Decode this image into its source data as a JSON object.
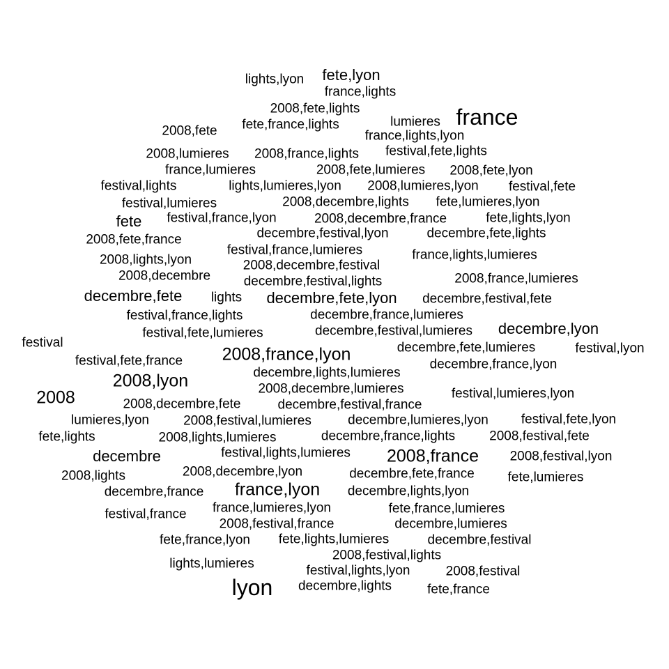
{
  "wordcloud": {
    "words": [
      {
        "text": "lights,lyon",
        "size": 2
      },
      {
        "text": "fete,lyon",
        "size": 3
      },
      {
        "text": "france,lights",
        "size": 2
      },
      {
        "text": "2008,fete,lights",
        "size": 2
      },
      {
        "text": "lumieres",
        "size": 2
      },
      {
        "text": "france",
        "size": 5
      },
      {
        "text": "2008,fete",
        "size": 2
      },
      {
        "text": "fete,france,lights",
        "size": 2
      },
      {
        "text": "france,lights,lyon",
        "size": 2
      },
      {
        "text": "2008,lumieres",
        "size": 2
      },
      {
        "text": "2008,france,lights",
        "size": 2
      },
      {
        "text": "festival,fete,lights",
        "size": 2
      },
      {
        "text": "france,lumieres",
        "size": 2
      },
      {
        "text": "2008,fete,lumieres",
        "size": 2
      },
      {
        "text": "2008,fete,lyon",
        "size": 2
      },
      {
        "text": "festival,lights",
        "size": 2
      },
      {
        "text": "lights,lumieres,lyon",
        "size": 2
      },
      {
        "text": "2008,lumieres,lyon",
        "size": 2
      },
      {
        "text": "festival,fete",
        "size": 2
      },
      {
        "text": "festival,lumieres",
        "size": 2
      },
      {
        "text": "2008,decembre,lights",
        "size": 2
      },
      {
        "text": "fete,lumieres,lyon",
        "size": 2
      },
      {
        "text": "fete",
        "size": 3
      },
      {
        "text": "festival,france,lyon",
        "size": 2
      },
      {
        "text": "2008,decembre,france",
        "size": 2
      },
      {
        "text": "fete,lights,lyon",
        "size": 2
      },
      {
        "text": "decembre,festival,lyon",
        "size": 2
      },
      {
        "text": "decembre,fete,lights",
        "size": 2
      },
      {
        "text": "2008,fete,france",
        "size": 2
      },
      {
        "text": "festival,france,lumieres",
        "size": 2
      },
      {
        "text": "france,lights,lumieres",
        "size": 2
      },
      {
        "text": "2008,lights,lyon",
        "size": 2
      },
      {
        "text": "2008,decembre,festival",
        "size": 2
      },
      {
        "text": "2008,decembre",
        "size": 2
      },
      {
        "text": "decembre,festival,lights",
        "size": 2
      },
      {
        "text": "2008,france,lumieres",
        "size": 2
      },
      {
        "text": "decembre,fete",
        "size": 3
      },
      {
        "text": "lights",
        "size": 2
      },
      {
        "text": "decembre,fete,lyon",
        "size": 3
      },
      {
        "text": "decembre,festival,fete",
        "size": 2
      },
      {
        "text": "festival,france,lights",
        "size": 2
      },
      {
        "text": "decembre,france,lumieres",
        "size": 2
      },
      {
        "text": "festival,fete,lumieres",
        "size": 2
      },
      {
        "text": "decembre,festival,lumieres",
        "size": 2
      },
      {
        "text": "decembre,lyon",
        "size": 3
      },
      {
        "text": "festival",
        "size": 2
      },
      {
        "text": "2008,france,lyon",
        "size": 4
      },
      {
        "text": "decembre,fete,lumieres",
        "size": 2
      },
      {
        "text": "festival,lyon",
        "size": 2
      },
      {
        "text": "festival,fete,france",
        "size": 2
      },
      {
        "text": "decembre,lights,lumieres",
        "size": 2
      },
      {
        "text": "decembre,france,lyon",
        "size": 2
      },
      {
        "text": "2008,lyon",
        "size": 4
      },
      {
        "text": "2008,decembre,lumieres",
        "size": 2
      },
      {
        "text": "2008",
        "size": 4
      },
      {
        "text": "festival,lumieres,lyon",
        "size": 2
      },
      {
        "text": "2008,decembre,fete",
        "size": 2
      },
      {
        "text": "decembre,festival,france",
        "size": 2
      },
      {
        "text": "lumieres,lyon",
        "size": 2
      },
      {
        "text": "2008,festival,lumieres",
        "size": 2
      },
      {
        "text": "decembre,lumieres,lyon",
        "size": 2
      },
      {
        "text": "festival,fete,lyon",
        "size": 2
      },
      {
        "text": "fete,lights",
        "size": 2
      },
      {
        "text": "2008,lights,lumieres",
        "size": 2
      },
      {
        "text": "decembre,france,lights",
        "size": 2
      },
      {
        "text": "2008,festival,fete",
        "size": 2
      },
      {
        "text": "decembre",
        "size": 3
      },
      {
        "text": "festival,lights,lumieres",
        "size": 2
      },
      {
        "text": "2008,france",
        "size": 4
      },
      {
        "text": "2008,festival,lyon",
        "size": 2
      },
      {
        "text": "2008,lights",
        "size": 2
      },
      {
        "text": "2008,decembre,lyon",
        "size": 2
      },
      {
        "text": "decembre,fete,france",
        "size": 2
      },
      {
        "text": "fete,lumieres",
        "size": 2
      },
      {
        "text": "france,lyon",
        "size": 4
      },
      {
        "text": "decembre,france",
        "size": 2
      },
      {
        "text": "decembre,lights,lyon",
        "size": 2
      },
      {
        "text": "festival,france",
        "size": 2
      },
      {
        "text": "france,lumieres,lyon",
        "size": 2
      },
      {
        "text": "fete,france,lumieres",
        "size": 2
      },
      {
        "text": "2008,festival,france",
        "size": 2
      },
      {
        "text": "decembre,lumieres",
        "size": 2
      },
      {
        "text": "fete,france,lyon",
        "size": 2
      },
      {
        "text": "fete,lights,lumieres",
        "size": 2
      },
      {
        "text": "decembre,festival",
        "size": 2
      },
      {
        "text": "2008,festival,lights",
        "size": 2
      },
      {
        "text": "lights,lumieres",
        "size": 2
      },
      {
        "text": "festival,lights,lyon",
        "size": 2
      },
      {
        "text": "2008,festival",
        "size": 2
      },
      {
        "text": "lyon",
        "size": 5
      },
      {
        "text": "decembre,lights",
        "size": 2
      },
      {
        "text": "fete,france",
        "size": 2
      }
    ]
  }
}
